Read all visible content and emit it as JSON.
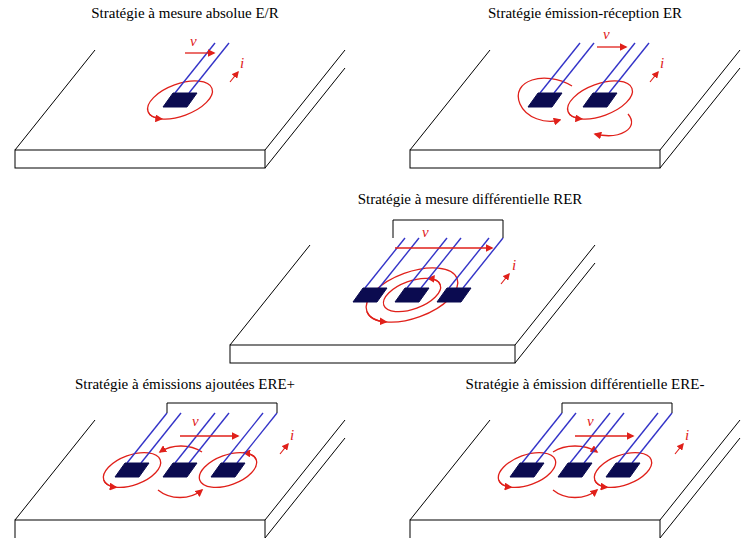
{
  "diagram": {
    "labels": [
      "Stratégie à mesure absolue E/R",
      "v",
      "i",
      "Stratégie émission-réception ER",
      "v",
      "i",
      "Stratégie à mesure différentielle RER",
      "v",
      "i",
      "Stratégie à émissions ajoutées ERE+",
      "v",
      "i",
      "Stratégie à émission différentielle ERE-",
      "v",
      "i"
    ]
  }
}
